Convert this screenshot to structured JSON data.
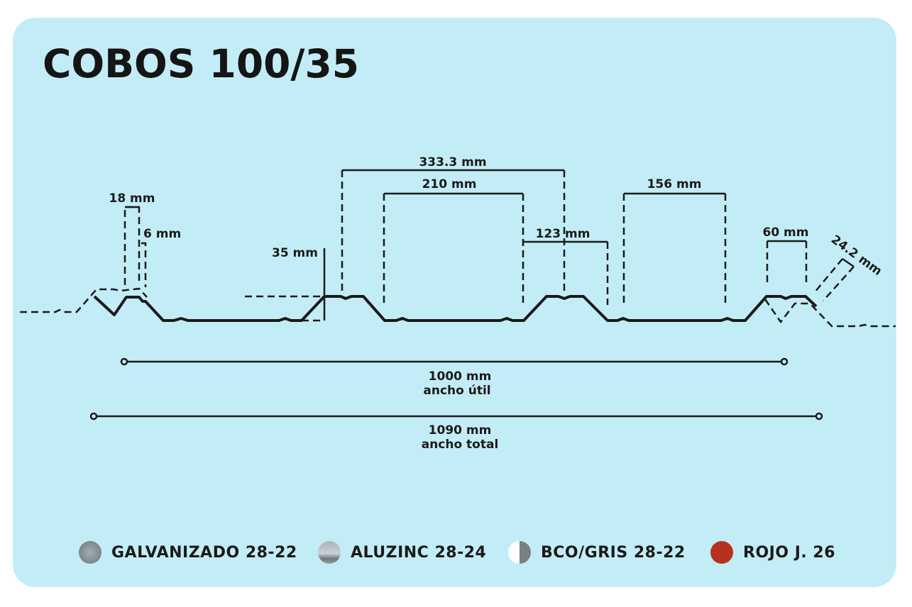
{
  "title": "COBOS 100/35",
  "dimensions": {
    "pitch": "333.3 mm",
    "valley": "210 mm",
    "valley_inner": "156 mm",
    "crest_span": "123 mm",
    "crest_width": "60 mm",
    "slope": "24.2 mm",
    "rib_width": "18 mm",
    "rib_height": "6 mm",
    "height": "35 mm",
    "useful_width": "1000 mm",
    "useful_width_label": "ancho útil",
    "total_width": "1090 mm",
    "total_width_label": "ancho total"
  },
  "legend": [
    {
      "label": "GALVANIZADO 28-22",
      "swatch": "galvanized"
    },
    {
      "label": "ALUZINC 28-24",
      "swatch": "aluzinc"
    },
    {
      "label": "BCO/GRIS 28-22",
      "swatch": "white-gray"
    },
    {
      "label": "ROJO J. 26",
      "swatch": "red",
      "color": "#b83020"
    }
  ]
}
